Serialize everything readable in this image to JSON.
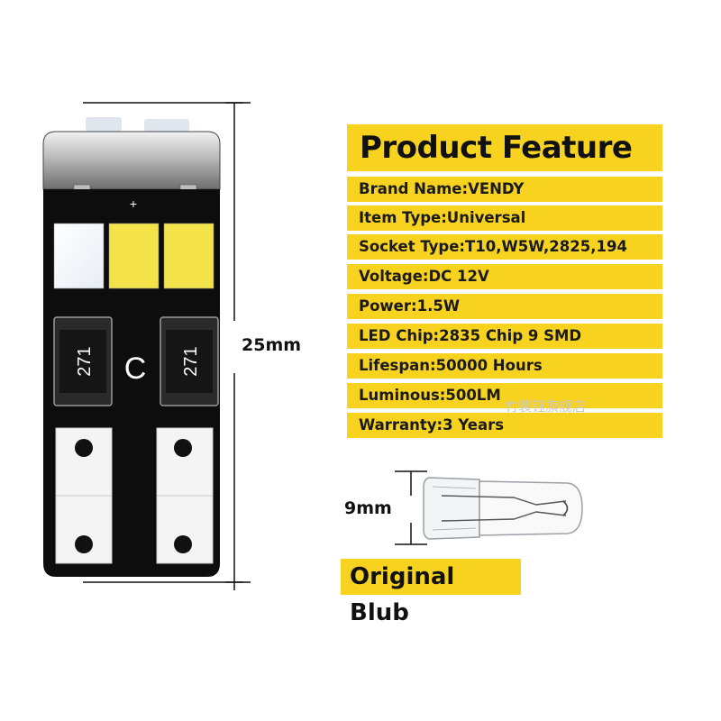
{
  "feature_table": {
    "title": "Product Feature",
    "rows": [
      "Brand Name:VENDY",
      "Item Type:Universal",
      "Socket Type:T10,W5W,2825,194",
      "Voltage:DC 12V",
      "Power:1.5W",
      "LED Chip:2835 Chip 9 SMD",
      "Lifespan:50000 Hours",
      "Luminous:500LM",
      "Warranty:3 Years"
    ]
  },
  "dimensions": {
    "height_label": "25mm",
    "bulb_label": "9mm"
  },
  "led_board": {
    "plus_sign": "+",
    "resistor_left_code": "271",
    "resistor_right_code": "271",
    "center_mark": "C"
  },
  "original_label": "Original Blub",
  "watermark": "竹裴钰旗舰店",
  "colors": {
    "accent_yellow": "#f7d21e",
    "pcb_black": "#0d0d0d",
    "led_yellow": "#f3e24a"
  }
}
